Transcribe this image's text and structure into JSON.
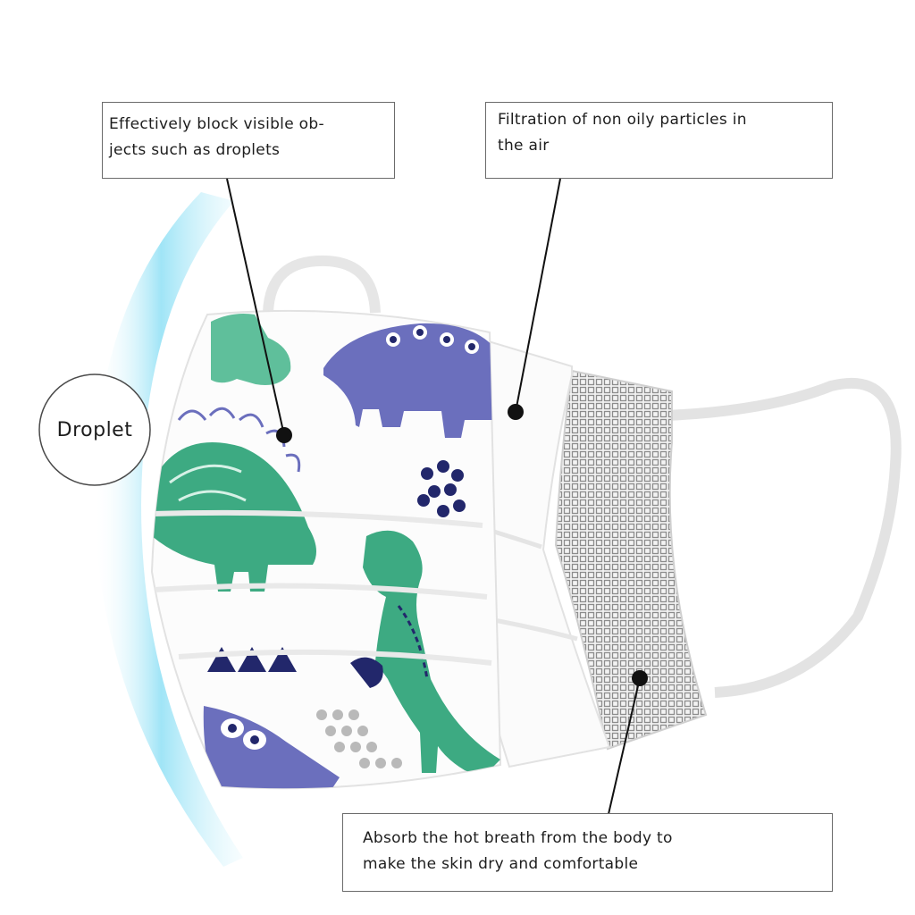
{
  "callouts": {
    "outer_layer": [
      "Effectively block visible ob-",
      "jects such as droplets"
    ],
    "middle_layer": [
      "Filtration of non oily particles in",
      "the air"
    ],
    "inner_layer": [
      "Absorb the hot breath from the body to",
      "make the skin dry and comfortable"
    ]
  },
  "droplet_label": "Droplet",
  "colors": {
    "background": "#ffffff",
    "droplet_shield": "#8fe0f5",
    "dino_purple": "#6b6fbd",
    "dino_green": "#3daa82",
    "dino_navy": "#22276b",
    "mesh_gray": "#8c8c8c",
    "callout_border": "#6b6b6b"
  },
  "icons": [
    "droplet-shield",
    "dinosaur-print",
    "mesh-filter",
    "ear-loop",
    "pointer-dot"
  ]
}
